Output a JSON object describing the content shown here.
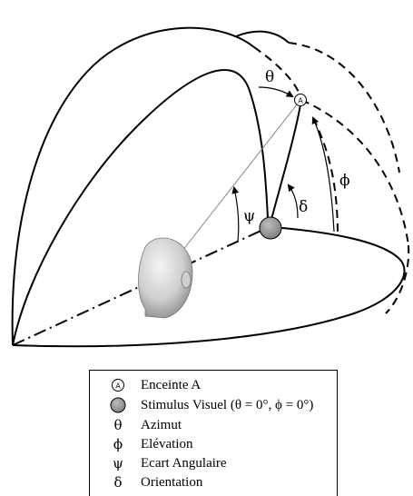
{
  "diagram": {
    "speaker_label": "A",
    "theta_label": "θ",
    "phi_label": "ϕ",
    "psi_label": "ψ",
    "delta_label": "δ"
  },
  "legend": {
    "items": [
      {
        "symbol": "A",
        "icon": "circled-a-icon",
        "label": "Enceinte A"
      },
      {
        "symbol": "",
        "icon": "grey-disc-icon",
        "label": "Stimulus Visuel (θ = 0°, ϕ = 0°)"
      },
      {
        "symbol": "θ",
        "icon": "theta-glyph",
        "label": "Azimut"
      },
      {
        "symbol": "ϕ",
        "icon": "phi-glyph",
        "label": "Elévation"
      },
      {
        "symbol": "ψ",
        "icon": "psi-glyph",
        "label": "Ecart Angulaire"
      },
      {
        "symbol": "δ",
        "icon": "delta-glyph",
        "label": "Orientation"
      }
    ]
  }
}
